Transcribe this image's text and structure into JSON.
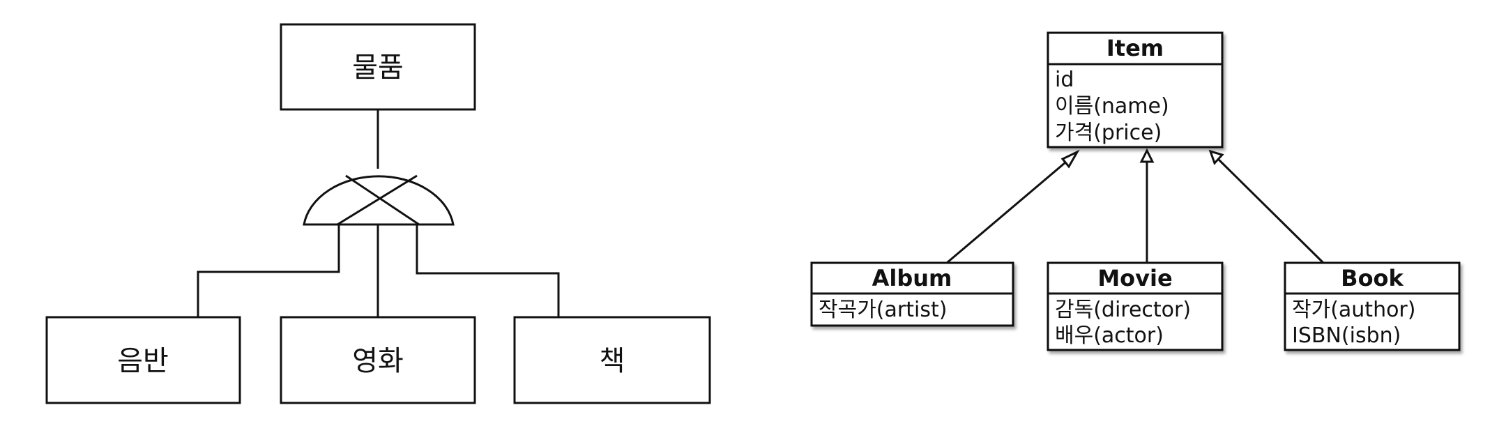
{
  "er": {
    "parent": "물품",
    "children": [
      "음반",
      "영화",
      "책"
    ]
  },
  "uml": {
    "item": {
      "title": "Item",
      "attrs": [
        "id",
        "이름(name)",
        "가격(price)"
      ]
    },
    "album": {
      "title": "Album",
      "attrs": [
        "작곡가(artist)"
      ]
    },
    "movie": {
      "title": "Movie",
      "attrs": [
        "감독(director)",
        "배우(actor)"
      ]
    },
    "book": {
      "title": "Book",
      "attrs": [
        "작가(author)",
        "ISBN(isbn)"
      ]
    }
  }
}
